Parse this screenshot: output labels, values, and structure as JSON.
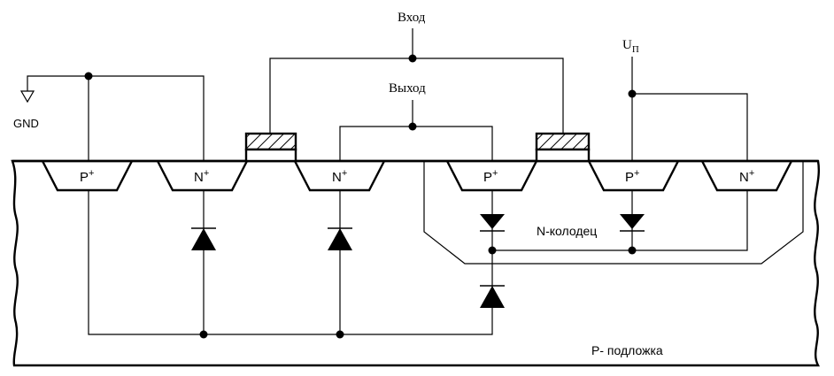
{
  "labels": {
    "input": "Вход",
    "output": "Выход",
    "supply_main": "U",
    "supply_sub": "П",
    "gnd": "GND",
    "n_well": "N-колодец",
    "p_substrate": "P- подложка"
  },
  "regions": [
    {
      "base": "P",
      "sup": "+"
    },
    {
      "base": "N",
      "sup": "+"
    },
    {
      "base": "N",
      "sup": "+"
    },
    {
      "base": "P",
      "sup": "+"
    },
    {
      "base": "P",
      "sup": "+"
    },
    {
      "base": "N",
      "sup": "+"
    }
  ]
}
